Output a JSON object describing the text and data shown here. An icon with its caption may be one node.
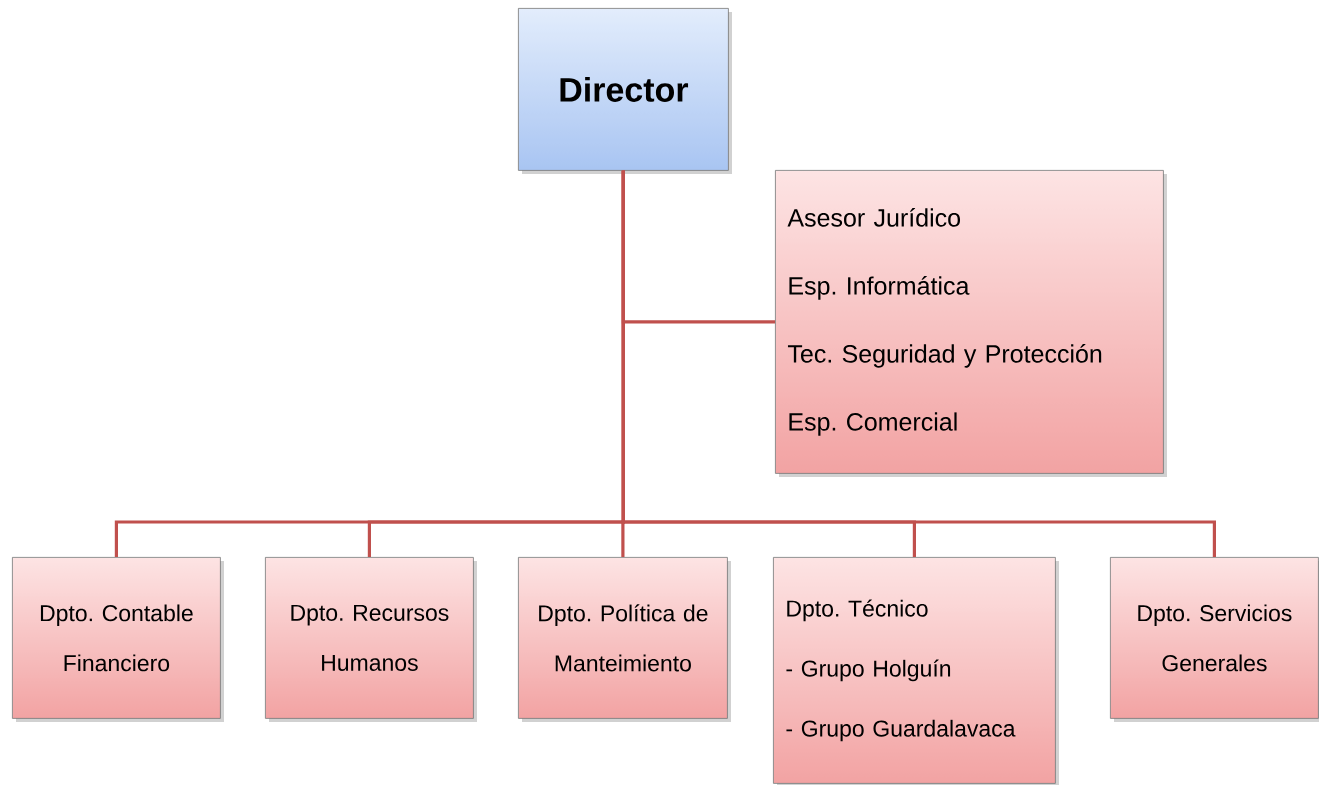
{
  "diagram": {
    "nodes": [
      {
        "text": [
          "Director"
        ]
      },
      {
        "text": [
          "Asesor Jurídico",
          "Esp. Informática",
          "Tec. Seguridad y Protección",
          "Esp. Comercial"
        ]
      },
      {
        "text": [
          "Dpto. Contable Financiero"
        ]
      },
      {
        "text": [
          "Dpto. Recursos Humanos"
        ]
      },
      {
        "text": [
          "Dpto. Política de Manteimiento"
        ]
      },
      {
        "text": [
          "Dpto. Técnico",
          "- Grupo Holguín",
          "- Grupo Guardalavaca"
        ]
      },
      {
        "text": [
          "Dpto. Servicios Generales"
        ]
      }
    ],
    "edges": [
      {
        "from": 0,
        "to": 1,
        "arrow": "none"
      },
      {
        "from": 0,
        "to": 2,
        "arrow": "none"
      },
      {
        "from": 0,
        "to": 3,
        "arrow": "none"
      },
      {
        "from": 0,
        "to": 4,
        "arrow": "none"
      },
      {
        "from": 0,
        "to": 5,
        "arrow": "none"
      },
      {
        "from": 0,
        "to": 6,
        "arrow": "none"
      }
    ]
  }
}
